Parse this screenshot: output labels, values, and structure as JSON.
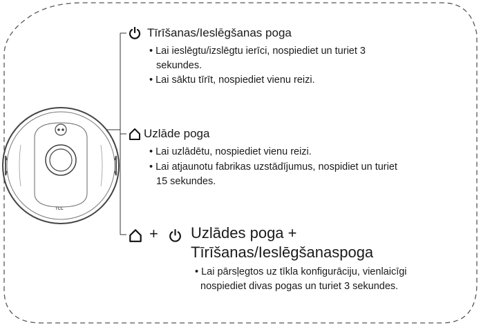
{
  "sections": {
    "power": {
      "title": "Tīrīšanas/Ieslēgšanas poga",
      "bullets": [
        "• Lai ieslēgtu/izslēgtu ierīci, nospiediet un turiet 3",
        "sekundes.",
        "• Lai sāktu tīrīt, nospiediet vienu reizi."
      ]
    },
    "charge": {
      "title": "Uzlāde poga",
      "bullets": [
        "• Lai uzlādētu, nospiediet vienu reizi.",
        "• Lai atjaunotu fabrikas uzstādījumus, nospidiet un turiet",
        "15 sekundes."
      ]
    },
    "combo": {
      "plus": "+",
      "title_line1": "Uzlādes poga +",
      "title_line2": "Tīrīšanas/Ieslēgšanaspoga",
      "bullets": [
        "• Lai pārsļegtos uz tīkla konfigurāciju, vienlaicīgi",
        "nospiediet divas pogas un turiet 3 sekundes."
      ]
    }
  },
  "device": {
    "logo": "TCL"
  },
  "icons": {
    "power": "power-icon",
    "home": "home-icon"
  },
  "colors": {
    "line": "#3a3a3a",
    "text": "#1a1a1a"
  }
}
